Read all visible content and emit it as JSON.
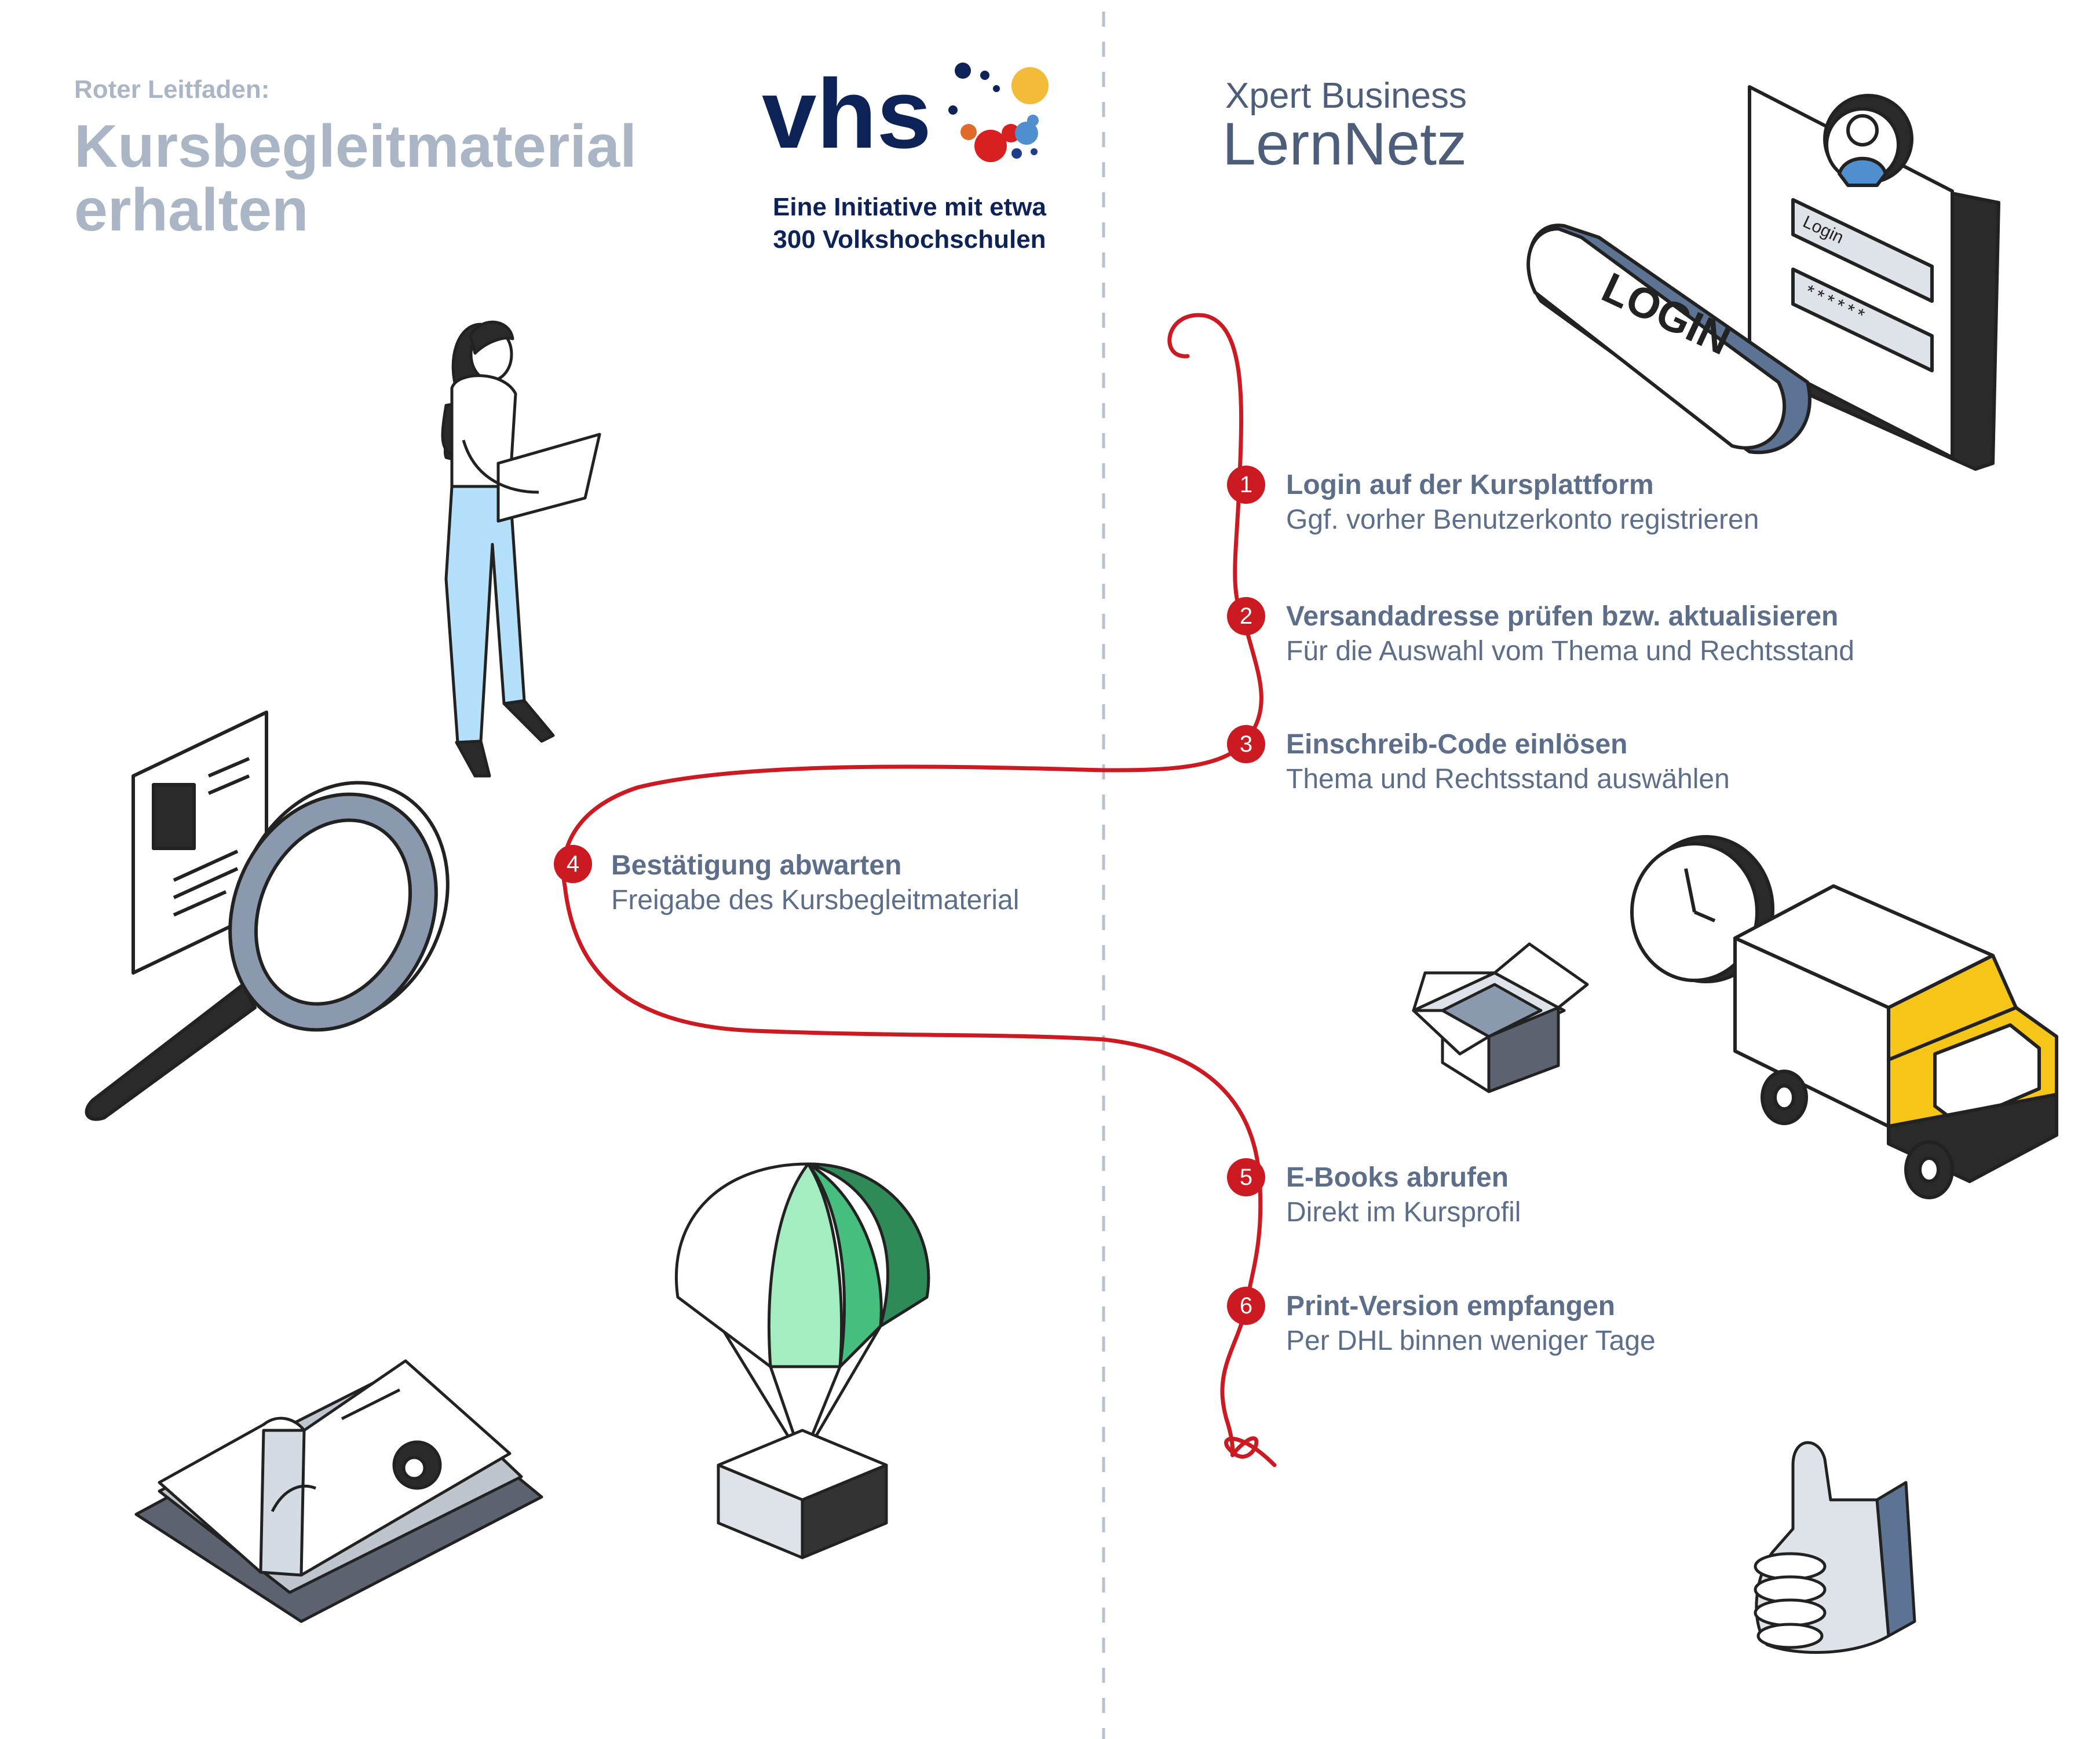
{
  "header": {
    "subtitle": "Roter Leitfaden:",
    "title_line1": "Kursbegleitmaterial",
    "title_line2": "erhalten"
  },
  "vhs": {
    "logo_text": "vhs",
    "tagline_line1": "Eine Initiative mit etwa",
    "tagline_line2": "300 Volkshochschulen"
  },
  "brand": {
    "line1": "Xpert Business",
    "line2": "LernNetz"
  },
  "login_card": {
    "button_label": "LOGIN",
    "field_label": "Login",
    "password_mask": "******"
  },
  "steps": [
    {
      "number": "1",
      "title": "Login auf der Kursplattform",
      "subtitle": "Ggf. vorher Benutzerkonto registrieren"
    },
    {
      "number": "2",
      "title": "Versandadresse prüfen bzw. aktualisieren",
      "subtitle": "Für die Auswahl vom Thema und Rechtsstand"
    },
    {
      "number": "3",
      "title": "Einschreib-Code einlösen",
      "subtitle": "Thema und Rechtsstand auswählen"
    },
    {
      "number": "4",
      "title": "Bestätigung abwarten",
      "subtitle": "Freigabe des Kursbegleitmaterial"
    },
    {
      "number": "5",
      "title": "E-Books abrufen",
      "subtitle": "Direkt im Kursprofil"
    },
    {
      "number": "6",
      "title": "Print-Version empfangen",
      "subtitle": "Per DHL binnen weniger Tage"
    }
  ],
  "colors": {
    "path_red": "#cc1a22",
    "heading_gray": "#aab6c5",
    "text_slate": "#5d6e8a",
    "vhs_navy": "#0d2257",
    "truck_yellow": "#f5c518",
    "parachute_green": "#2e8b57"
  },
  "icons": [
    "woman-with-tablet-icon",
    "magnifier-document-icon",
    "open-book-icon",
    "parachute-box-icon",
    "login-card-icon",
    "clock-truck-icon",
    "open-box-icon",
    "thumbs-up-icon"
  ]
}
